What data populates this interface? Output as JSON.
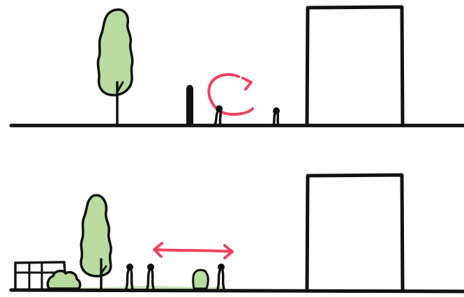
{
  "diagram": {
    "panels": [
      {
        "id": "top",
        "description_hidden": true,
        "elements": [
          "tree",
          "bollard",
          "people",
          "rotation-arrow",
          "building"
        ]
      },
      {
        "id": "bottom",
        "description_hidden": true,
        "elements": [
          "bench",
          "shrub",
          "tree",
          "people",
          "shrub",
          "double-arrow",
          "building",
          "grass-strip"
        ]
      }
    ]
  },
  "colors": {
    "ink": "#111111",
    "tree_fill": "#b9dca0",
    "shrub_fill": "#b9dca0",
    "grass": "#c9e3b5",
    "arrow": "#f0435e",
    "background": "#ffffff"
  },
  "icons": {
    "tree": "tree-icon",
    "bollard": "bollard-icon",
    "person": "person-icon",
    "bench": "bench-icon",
    "shrub": "shrub-icon",
    "building": "building-icon",
    "rotate_arrow": "rotate-arrow-icon",
    "double_arrow": "double-arrow-icon"
  }
}
